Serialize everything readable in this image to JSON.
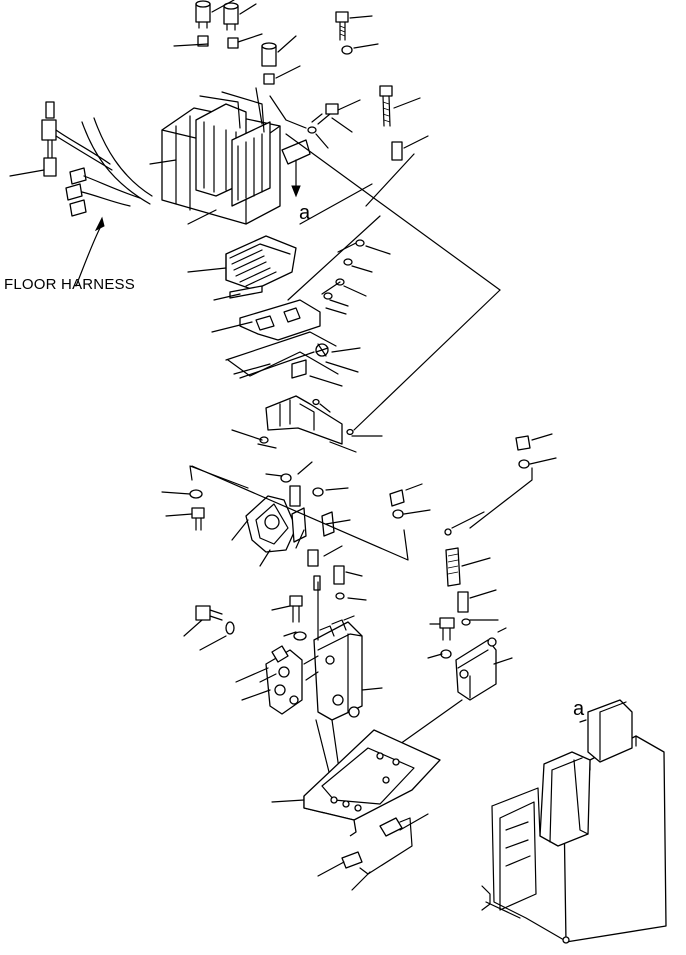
{
  "labels": {
    "harness": "FLOOR HARNESS",
    "ref_upper": "a",
    "ref_lower": "a"
  },
  "icons": [
    "arrow-down-icon",
    "arrow-up-icon"
  ],
  "colors": {
    "line": "#000000",
    "background": "#ffffff"
  }
}
